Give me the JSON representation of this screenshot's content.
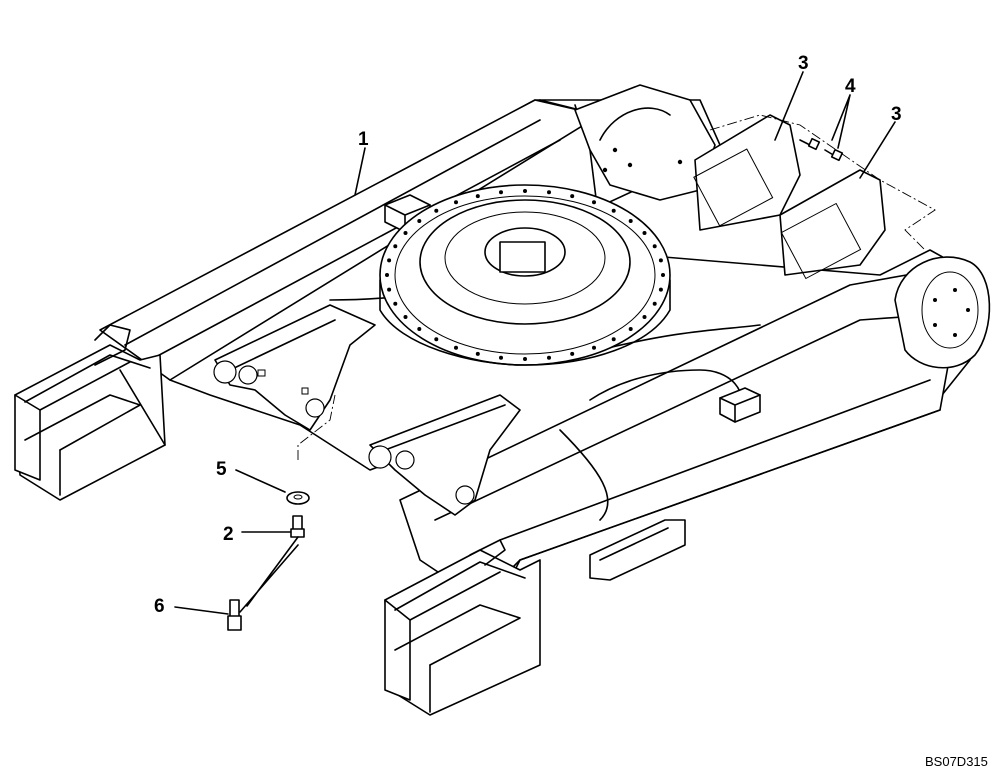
{
  "diagram": {
    "drawing_code": "BS07D315",
    "callouts": [
      {
        "id": "callout-1",
        "label": "1"
      },
      {
        "id": "callout-2",
        "label": "2"
      },
      {
        "id": "callout-3a",
        "label": "3"
      },
      {
        "id": "callout-3b",
        "label": "3"
      },
      {
        "id": "callout-4",
        "label": "4"
      },
      {
        "id": "callout-5",
        "label": "5"
      },
      {
        "id": "callout-6",
        "label": "6"
      }
    ]
  }
}
